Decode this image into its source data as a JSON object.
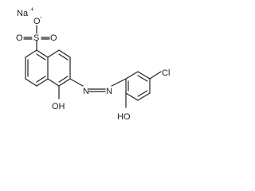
{
  "molecule": {
    "counterion": {
      "symbol": "Na",
      "charge": "+"
    },
    "sulfonate": {
      "sulfur": "S",
      "oxygens": [
        "O",
        "O",
        "O"
      ],
      "charge": "-"
    },
    "azo": {
      "nitrogens": [
        "N",
        "N"
      ]
    },
    "naphthol_hydroxyl": "OH",
    "phenol_hydroxyl": "HO",
    "chlorine": "Cl"
  }
}
